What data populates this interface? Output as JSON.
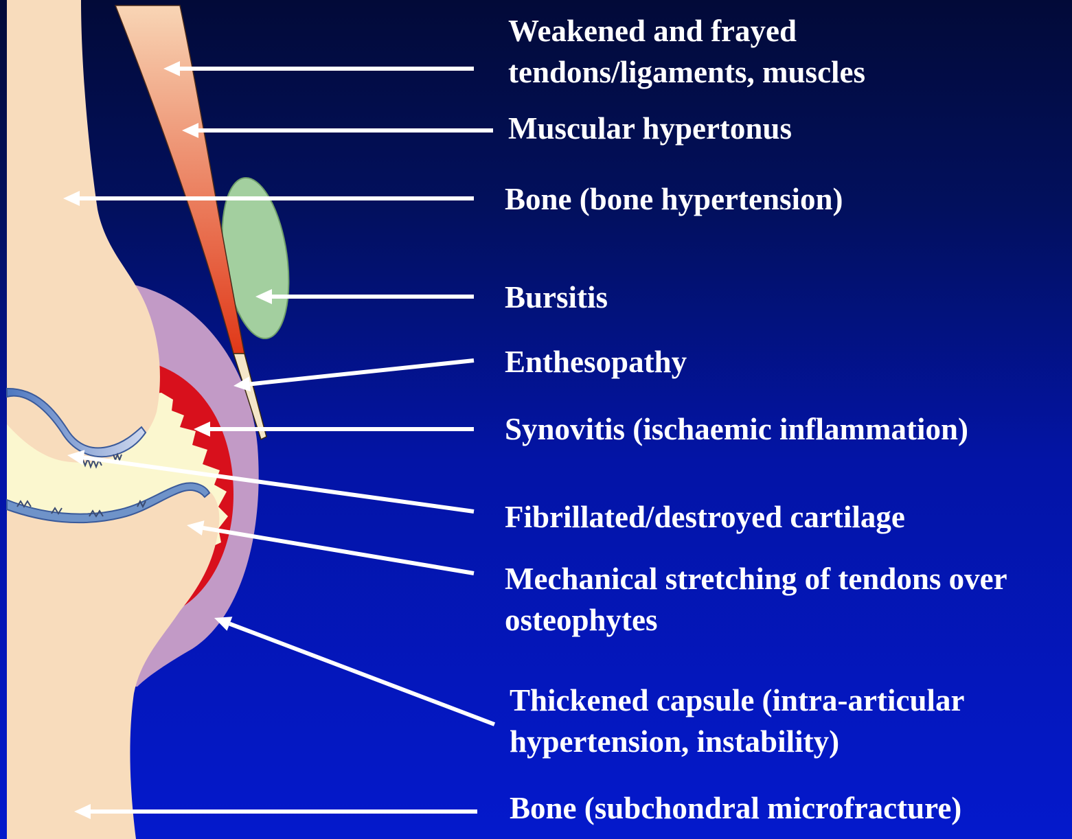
{
  "labels": {
    "weakened": [
      "Weakened and frayed",
      "tendons/ligaments, muscles"
    ],
    "hypertonus": "Muscular hypertonus",
    "bone_hypertension": "Bone (bone hypertension)",
    "bursitis": "Bursitis",
    "enthesopathy": "Enthesopathy",
    "synovitis": "Synovitis (ischaemic inflammation)",
    "cartilage": "Fibrillated/destroyed cartilage",
    "stretching": [
      "Mechanical stretching of tendons over",
      "osteophytes"
    ],
    "capsule": [
      "Thickened capsule (intra-articular",
      "hypertension, instability)"
    ],
    "microfracture": "Bone (subchondral microfracture)"
  },
  "colors": {
    "bone": "#f8dcbc",
    "capsule": "#c29ac6",
    "synovium": "#d8101c",
    "joint_space": "#fbf7cf",
    "cartilage": "#6f93c9",
    "bursa": "#a3cf9f",
    "muscle_top": "#f8d5b5",
    "muscle_bottom": "#e03818",
    "label_text": "#ffffff",
    "arrow": "#ffffff"
  }
}
